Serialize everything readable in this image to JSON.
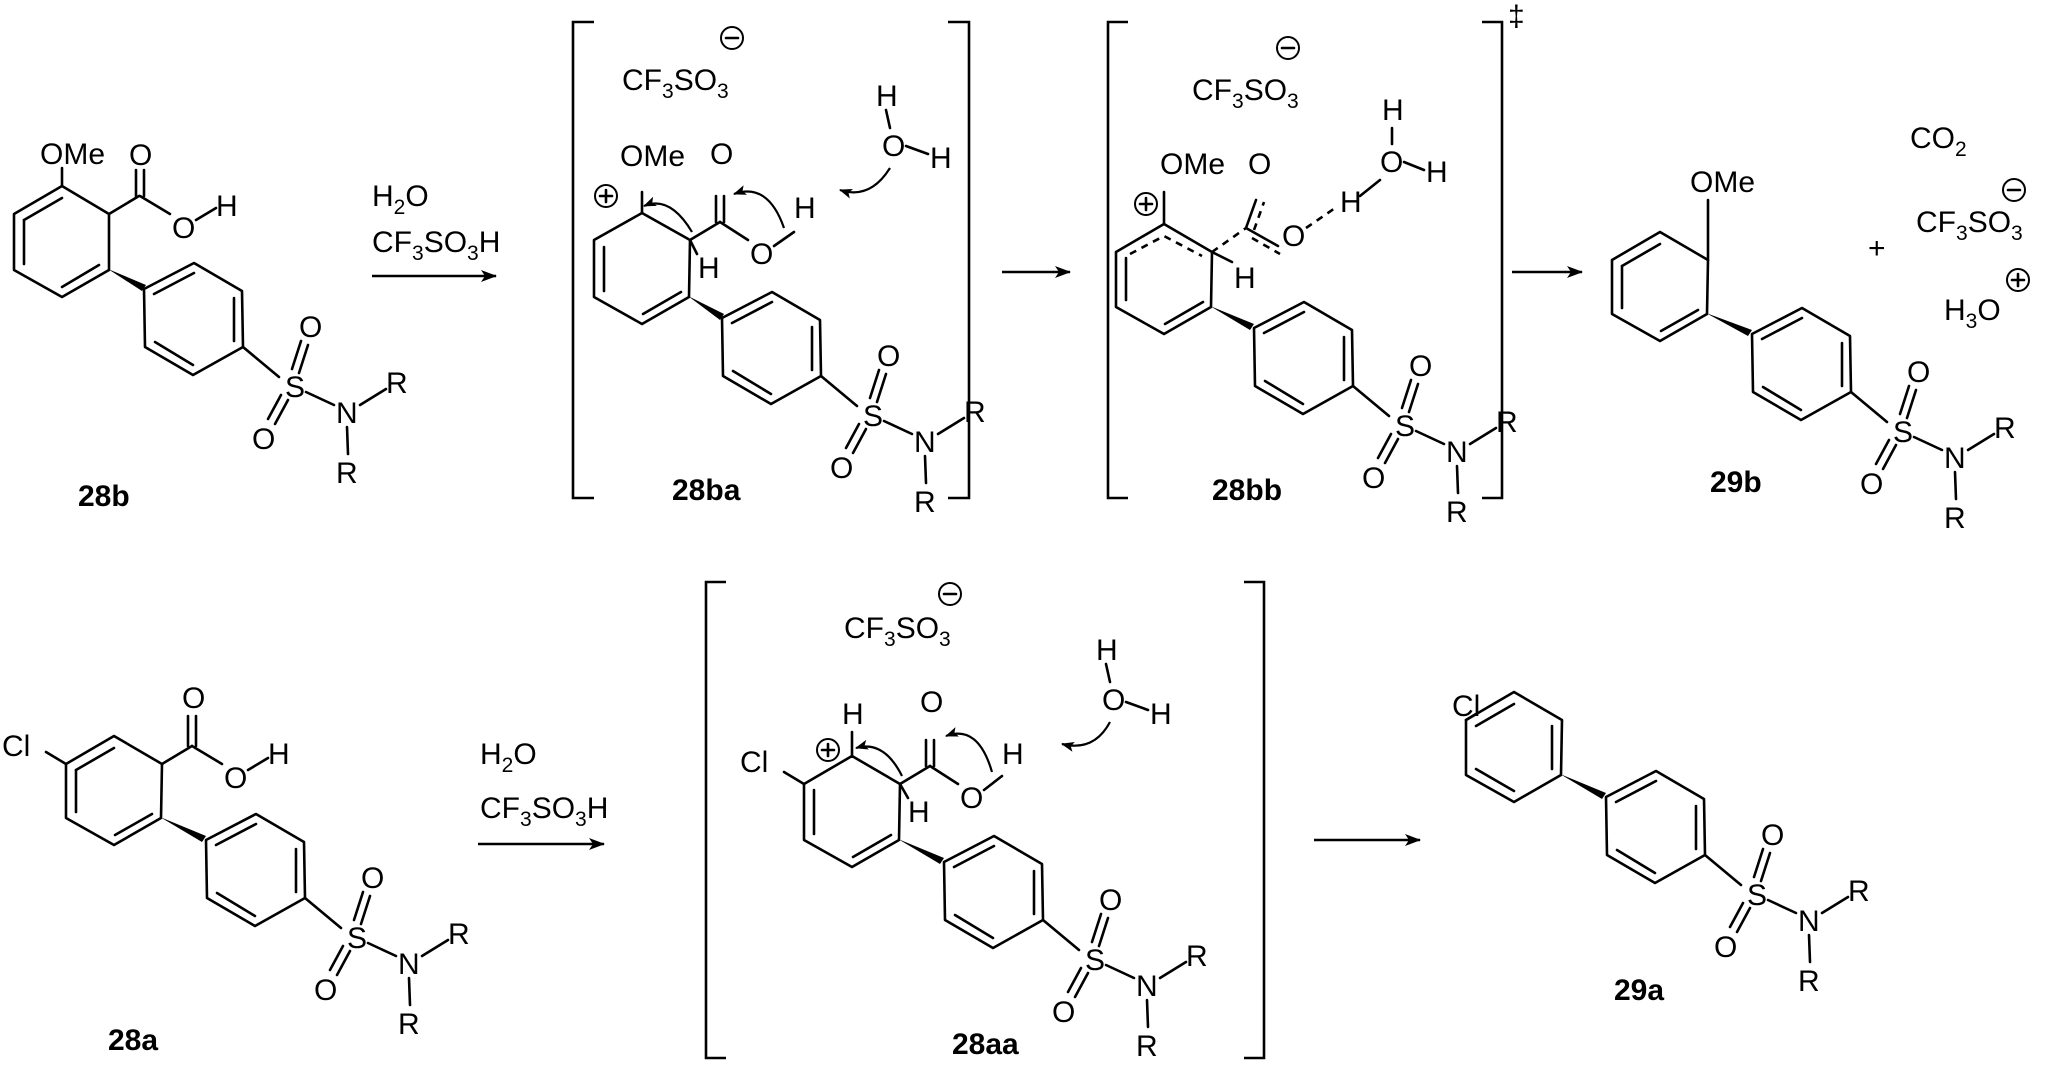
{
  "atoms": {
    "O": "O",
    "H": "H",
    "S": "S",
    "N": "N",
    "R": "R",
    "Cl": "Cl",
    "OMe": "OMe"
  },
  "charges": {
    "plus": "+",
    "minus": "−"
  },
  "dagger": "‡",
  "reagents": {
    "water": "H2O",
    "acid": "CF3SO3H"
  },
  "counterion": "CF3SO3",
  "byproducts": {
    "co2": "CO2",
    "triflate": "CF3SO3",
    "hydronium": "H3O",
    "plus_sign": "+"
  },
  "compounds": {
    "c28b": "28b",
    "c28ba": "28ba",
    "c28bb": "28bb",
    "c29b": "29b",
    "c28a": "28a",
    "c28aa": "28aa",
    "c29a": "29a"
  }
}
